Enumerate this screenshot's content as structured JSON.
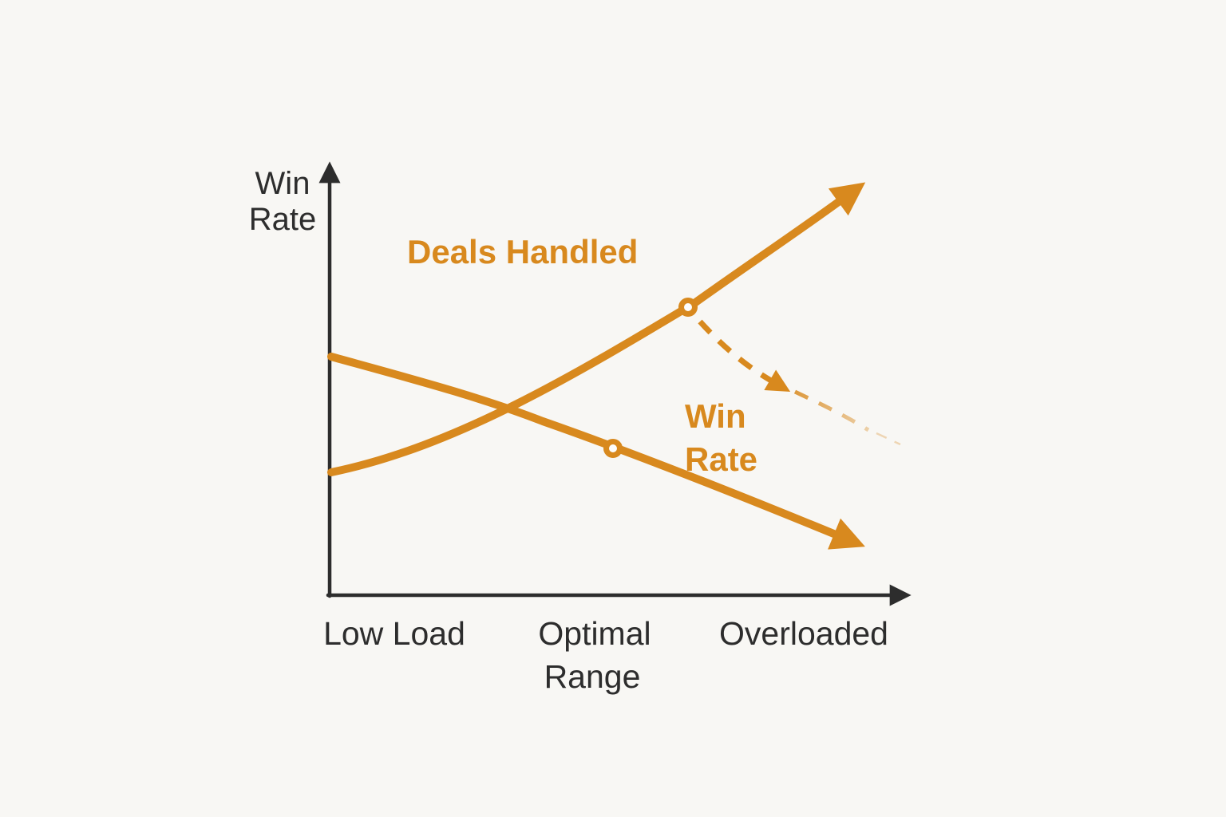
{
  "colors": {
    "accent_orange": "#D8891E",
    "ink": "#2D2D2D",
    "background": "#F8F7F4",
    "marker_fill": "#FDFDFC"
  },
  "labels": {
    "y_axis_line1": "Win",
    "y_axis_line2": "Rate",
    "x_tick_low": "Low Load",
    "x_tick_optimal_line1": "Optimal",
    "x_tick_optimal_line2": "Range",
    "x_tick_overloaded": "Overloaded",
    "series_deals": "Deals Handled",
    "series_win_line1": "Win",
    "series_win_line2": "Rate"
  },
  "chart_data": {
    "type": "line",
    "title": "",
    "xlabel": "",
    "ylabel": "Win Rate",
    "x_categories": [
      "Low Load",
      "Optimal Range",
      "Overloaded"
    ],
    "grid": false,
    "axis_numeric_ticks": false,
    "legend": "inline-labels",
    "series": [
      {
        "name": "Deals Handled",
        "style": "solid",
        "ends_with_arrow": true,
        "trend": "rising, accelerating upward toward Overloaded",
        "points_norm_xy": [
          [
            0.0,
            0.28
          ],
          [
            0.29,
            0.42
          ],
          [
            0.61,
            0.66
          ],
          [
            0.92,
            0.96
          ]
        ],
        "marker": {
          "type": "open-circle",
          "at_norm_xy": [
            0.61,
            0.66
          ]
        }
      },
      {
        "name": "Win Rate",
        "style": "solid",
        "ends_with_arrow": true,
        "trend": "declining steadily from Low Load to Overloaded",
        "points_norm_xy": [
          [
            0.0,
            0.55
          ],
          [
            0.29,
            0.42
          ],
          [
            0.48,
            0.34
          ],
          [
            0.93,
            0.1
          ]
        ],
        "marker": {
          "type": "open-circle",
          "at_norm_xy": [
            0.48,
            0.34
          ]
        }
      },
      {
        "name": "Overload projection (dashed)",
        "style": "dashed, fading out",
        "mid_arrow": true,
        "trend": "branches down-right from the Deals Handled marker and fades",
        "points_norm_xy": [
          [
            0.63,
            0.63
          ],
          [
            0.78,
            0.48
          ],
          [
            0.97,
            0.35
          ]
        ]
      }
    ],
    "annotations": [
      "Solid curves cross between Low Load and Optimal Range",
      "Open-circle markers highlight one point on each solid curve",
      "Dashed arrow fades out toward the Overloaded region"
    ]
  }
}
